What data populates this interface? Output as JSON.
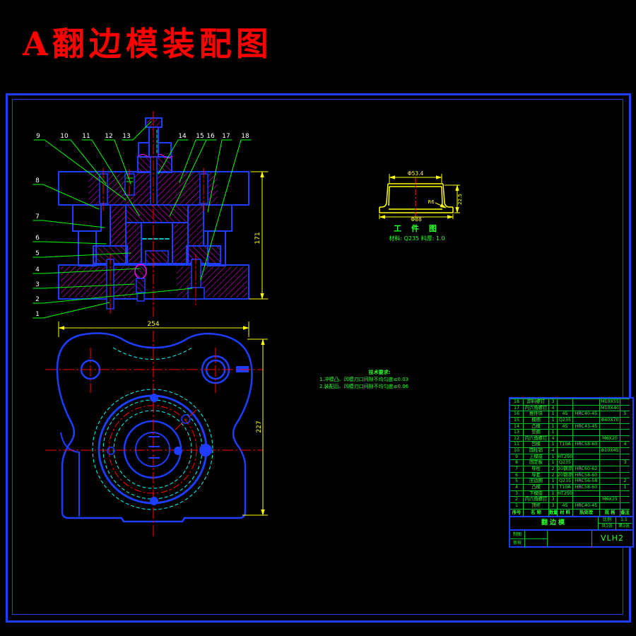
{
  "page": {
    "title": "A翻边模装配图"
  },
  "colors": {
    "background": "#000000",
    "frame": "#1d3dff",
    "outline": "#1d3dff",
    "hatch": "#ff00ff",
    "centerline": "#ff0000",
    "hidden_line": "#00ffff",
    "dimension": "#ffff00",
    "leader": "#00ff00",
    "table_text": "#2bff2b",
    "callout_text": "#ffffff",
    "title_text": "#ff0000"
  },
  "drawing": {
    "callouts_top": [
      "9",
      "10",
      "11",
      "12",
      "13",
      "14",
      "15",
      "16",
      "17",
      "18"
    ],
    "callouts_left": [
      "8",
      "7",
      "6",
      "5",
      "4",
      "3",
      "2",
      "1"
    ],
    "dims": {
      "main_height": "171",
      "plan_width": "254",
      "plan_height": "227"
    }
  },
  "workpiece": {
    "caption": "工 件 图",
    "material_line": "材料: Q235  料厚: 1.0",
    "dims": {
      "top": "Φ53.4",
      "bottom": "Φ88",
      "height": "22.5",
      "radius": "R6"
    }
  },
  "tech_req": {
    "title": "技术要求:",
    "line1": "1.冲模凸、凹模刃口间隙不均匀度≤0.03",
    "line2": "2.装配后、凹模刃口间隙不均匀度≤0.06"
  },
  "bom": {
    "headers": [
      "序号",
      "名 称",
      "数量",
      "材 料",
      "热处理",
      "规 格",
      "备注"
    ],
    "rows": [
      [
        "18",
        "卸料螺钉",
        "3",
        "",
        "",
        "M10X55",
        ""
      ],
      [
        "17",
        "内六角螺钉",
        "4",
        "",
        "",
        "M10X40",
        ""
      ],
      [
        "16",
        "推件块",
        "1",
        "45",
        "HRC40-45",
        "",
        "5"
      ],
      [
        "15",
        "模柄",
        "1",
        "Q235",
        "",
        "Φ40X70",
        ""
      ],
      [
        "14",
        "凸模",
        "1",
        "45",
        "HRC43-45",
        "",
        ""
      ],
      [
        "13",
        "垫圈",
        "1",
        "",
        "",
        "",
        ""
      ],
      [
        "12",
        "内六角螺钉",
        "4",
        "",
        "",
        "M6X20",
        ""
      ],
      [
        "11",
        "凹模",
        "1",
        "T10A",
        "HRC58-60",
        "",
        "4"
      ],
      [
        "10",
        "圆柱销",
        "4",
        "",
        "",
        "Φ10X45",
        ""
      ],
      [
        "9",
        "上模座",
        "1",
        "HT250",
        "",
        "",
        ""
      ],
      [
        "8",
        "固定板",
        "1",
        "Q235",
        "",
        "",
        "3"
      ],
      [
        "7",
        "导柱",
        "2",
        "20钢渗碳",
        "HRC60-62",
        "",
        ""
      ],
      [
        "6",
        "导套",
        "2",
        "20钢渗碳",
        "HRC58-60",
        "",
        ""
      ],
      [
        "5",
        "压边圈",
        "1",
        "Q235",
        "HRC56-58",
        "",
        "2"
      ],
      [
        "4",
        "凸模",
        "1",
        "T10A",
        "HRC58-60",
        "",
        "1"
      ],
      [
        "3",
        "下模座",
        "1",
        "HT250",
        "",
        "",
        ""
      ],
      [
        "2",
        "内六角螺钉",
        "3",
        "",
        "",
        "M6X25",
        ""
      ],
      [
        "1",
        "顶杆",
        "3",
        "45",
        "HRC40-45",
        "",
        ""
      ]
    ],
    "title_block": {
      "product": "翻边模",
      "scale_label": "比例",
      "scale": "1:1",
      "sheets": "共1张",
      "sheet_no": "第1张",
      "drawn_label": "制图",
      "checked_label": "审核",
      "code": "VLH2"
    }
  }
}
